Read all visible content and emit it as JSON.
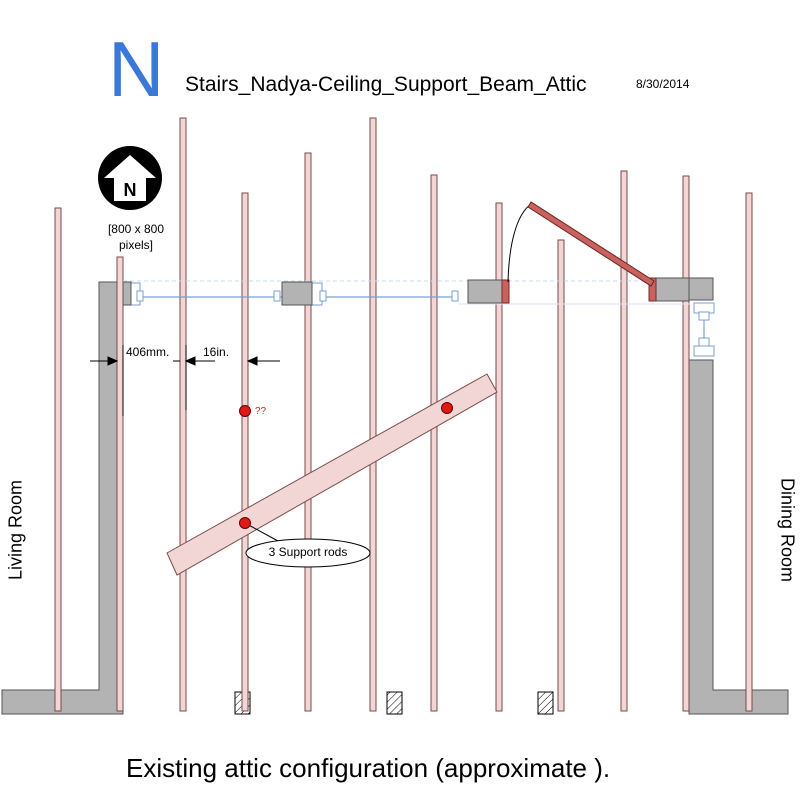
{
  "header": {
    "north_letter": "N",
    "title": "Stairs_Nadya-Ceiling_Support_Beam_Attic",
    "date": "8/30/2014"
  },
  "compass": {
    "label": "N",
    "icon": "north-arrow-icon"
  },
  "size_label": "[800 x 800 pixels]",
  "dimensions": {
    "metric": "406mm.",
    "imperial": "16in."
  },
  "annotation": {
    "unknown_mark": "??",
    "callout": "3 Support rods"
  },
  "rooms": {
    "left": "Living Room",
    "right": "Dining Room"
  },
  "caption": "Existing attic configuration (approximate ).",
  "colors": {
    "accent_blue": "#3b78d8",
    "joist_fill": "#f2d6d6",
    "wall_fill": "#b3b3b3",
    "beam_fill": "#c8625e",
    "rod_red": "#e01818",
    "pipe_blue": "#7a9fd0"
  }
}
